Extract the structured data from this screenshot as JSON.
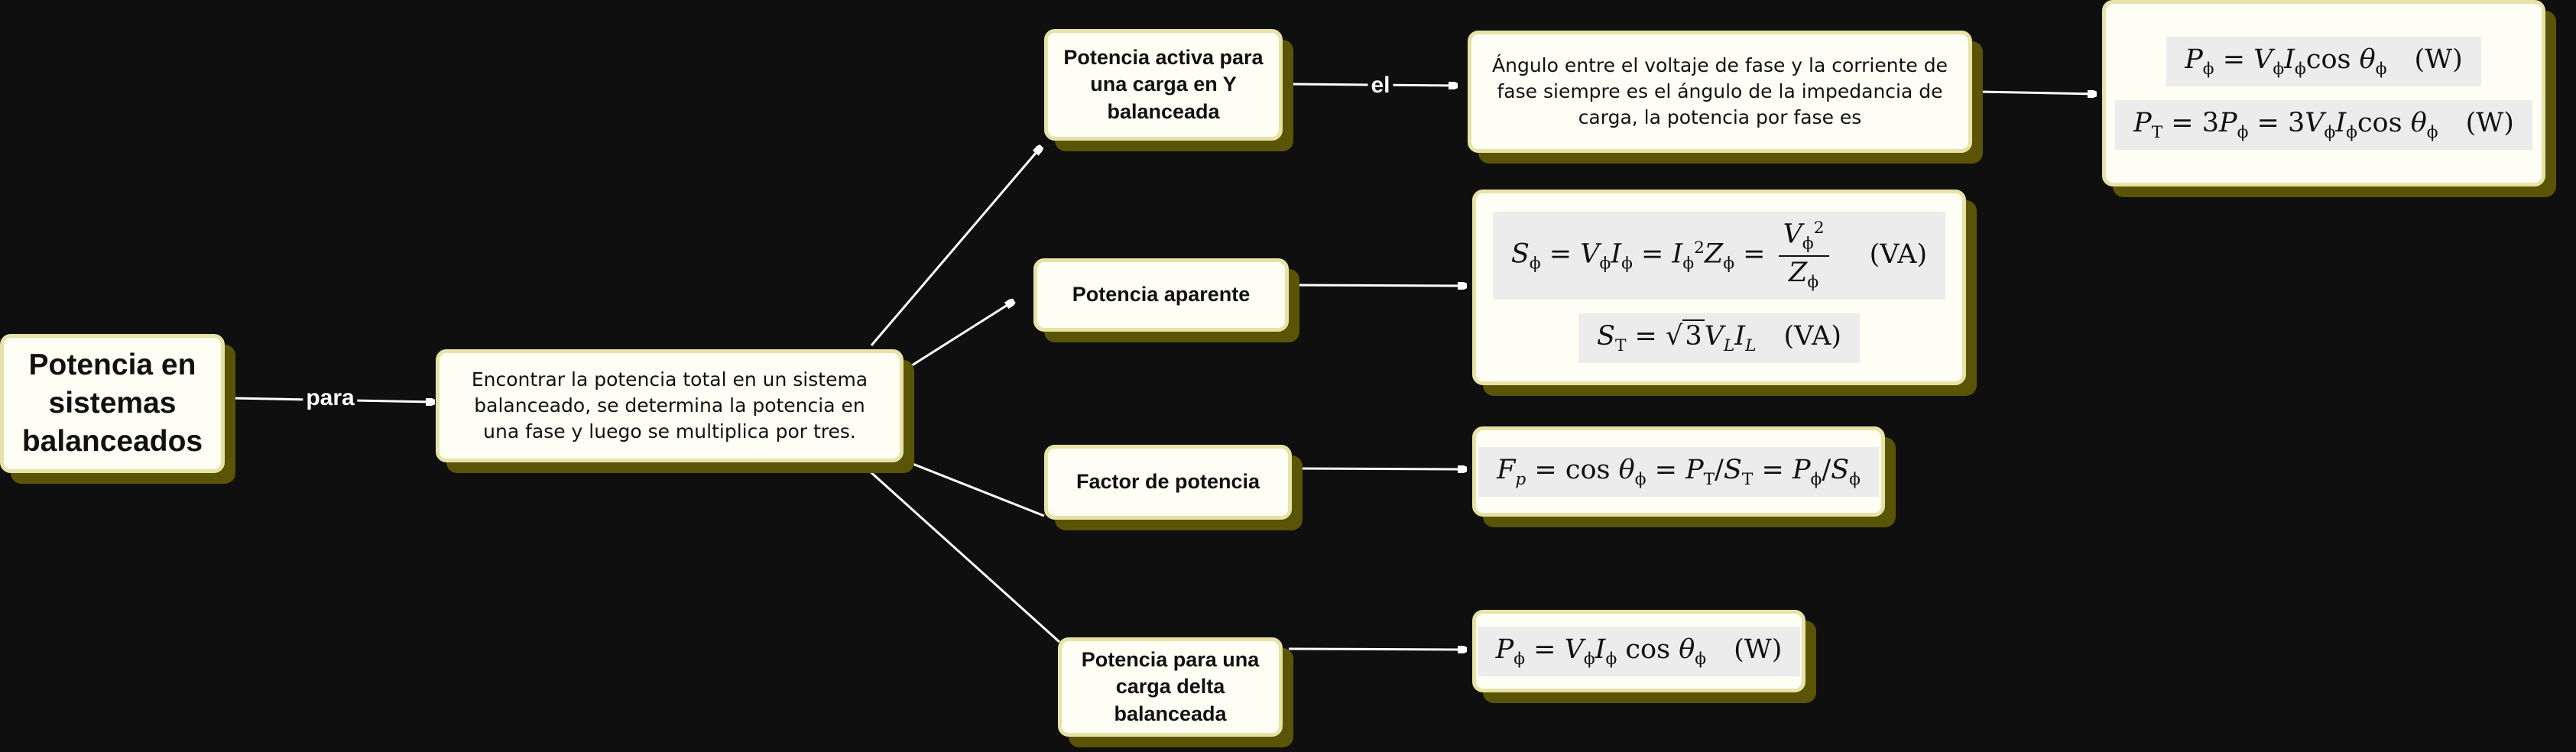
{
  "nodes": {
    "root": "Potencia en sistemas balanceados",
    "center": "Encontrar la potencia total en un sistema balanceado, se determina la potencia en una fase y luego se multiplica por tres.",
    "active": "Potencia activa para una carga en Y balanceada",
    "apparent": "Potencia aparente",
    "factor": "Factor de potencia",
    "delta": "Potencia para una carga delta balanceada",
    "angle": "Ángulo entre el voltaje de fase y la corriente de fase siempre es el ángulo de la impedancia de carga, la potencia por fase es"
  },
  "connectors": {
    "para": "para",
    "el": "el"
  },
  "formulas": {
    "active_per_phase": "Pϕ = VϕIϕ cos θϕ (W)",
    "active_total": "PT = 3Pϕ = 3VϕIϕ cos θϕ (W)",
    "apparent_per_phase": "Sϕ = VϕIϕ = Iϕ²Zϕ = Vϕ²/Zϕ (VA)",
    "apparent_total": "ST = √3 VL IL (VA)",
    "power_factor": "Fp = cos θϕ = PT/ST = Pϕ/Sϕ",
    "delta_power": "Pϕ = VϕIϕ cos θϕ (W)"
  },
  "colors": {
    "background": "#0f0f0f",
    "node_fill": "#fefef4",
    "node_border": "#e7e3a7",
    "node_shadow": "#5a5406",
    "line": "#ffffff"
  }
}
